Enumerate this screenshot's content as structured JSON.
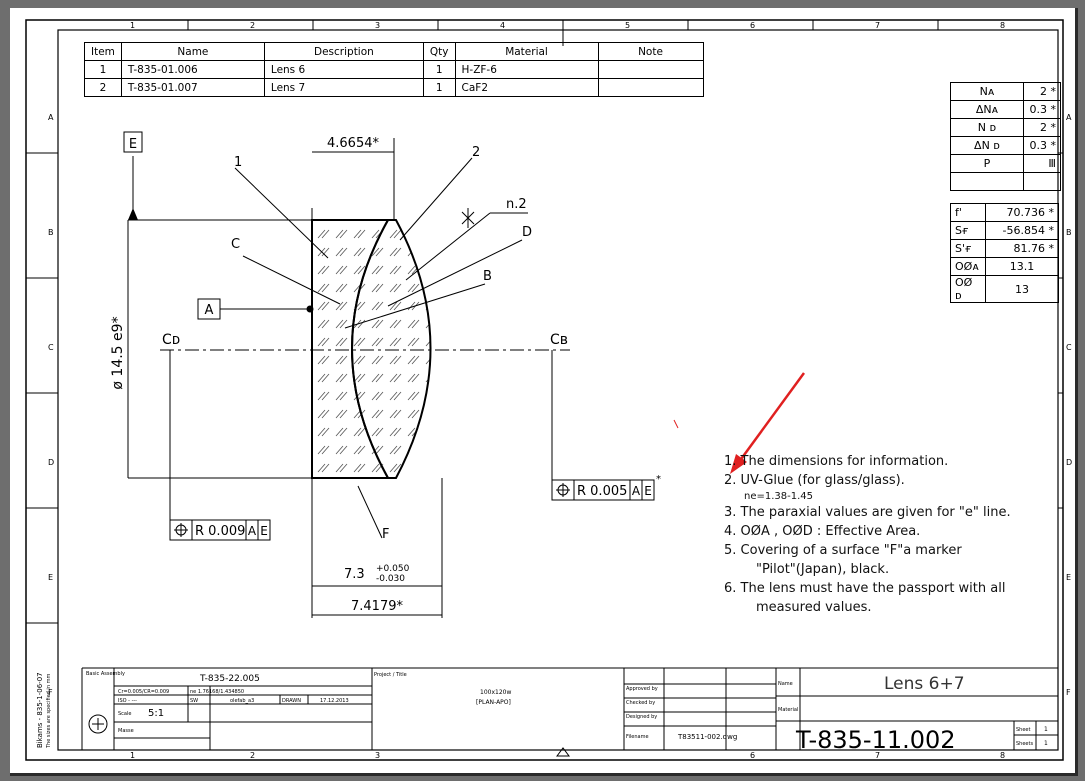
{
  "bom": {
    "headers": [
      "Item",
      "Name",
      "Description",
      "Qty",
      "Material",
      "Note"
    ],
    "rows": [
      [
        "1",
        "T-835-01.006",
        "Lens 6",
        "1",
        "H-ZF-6",
        ""
      ],
      [
        "2",
        "T-835-01.007",
        "Lens 7",
        "1",
        "CaF2",
        ""
      ]
    ]
  },
  "params": {
    "rows1": [
      [
        "Nᴀ",
        "2 *"
      ],
      [
        "ΔNᴀ",
        "0.3 *"
      ],
      [
        "N ᴅ",
        "2 *"
      ],
      [
        "ΔN ᴅ",
        "0.3 *"
      ],
      [
        "P",
        "Ⅲ"
      ],
      [
        "",
        ""
      ]
    ],
    "rows2": [
      [
        "f'",
        "70.736 *"
      ],
      [
        "Sғ",
        "-56.854 *"
      ],
      [
        "S'ғ",
        "81.76 *"
      ],
      [
        "OØᴀ",
        "13.1"
      ],
      [
        "OØ ᴅ",
        "13"
      ]
    ]
  },
  "drawing": {
    "dim_top": "4.6654*",
    "dim_dia": "ø 14.5 e9*",
    "dim_thick": "7.3",
    "tol_upper": "+0.050",
    "tol_lower": "-0.030",
    "dim_total": "7.4179*",
    "label_e": "E",
    "label_a": "A",
    "label_1": "1",
    "label_2": "2",
    "label_n2": "n.2",
    "label_c": "C",
    "label_d": "D",
    "label_b": "B",
    "label_f": "F",
    "cd": "Cᴅ",
    "cb": "Cʙ",
    "fc_left": "R 0.009",
    "fc_left_datum1": "A",
    "fc_left_datum2": "E",
    "fc_right": "R 0.005",
    "fc_right_datum1": "A",
    "fc_right_datum2": "E"
  },
  "notes": {
    "n1": "1. The dimensions for information.",
    "n2": "2. UV-Glue (for glass/glass).",
    "n2_sub": "ne=1.38-1.45",
    "n3": "3. The paraxial values are given for \"e\" line.",
    "n4": "4. OØA , OØD : Effective Area.",
    "n5": "5. Covering of a surface \"F\"a marker",
    "n5_cont": "\"Pilot\"(Japan), black.",
    "n6": "6. The lens must have the passport with all",
    "n6_cont": "measured values."
  },
  "titleblock": {
    "basic_assembly": "Basic Assembly",
    "assembly_no": "T-835-22.005",
    "cr_text": "Cr=0.005/CR=0.009",
    "ne_text": "ne 1.76168/1.434850",
    "iso_text": "ISO - ---",
    "sw_text": "SW",
    "sw_val": "olefab_a3",
    "date_label": "DRAWN",
    "date_val": "17.12.2013",
    "scale_label": "Scale",
    "scale_val": "5:1",
    "mass_label": "Masse",
    "project_label": "Project / Title",
    "project_val1": "100x120w",
    "project_val2": "[PLAN-APO]",
    "approved": "Approved by",
    "checked": "Checked by",
    "designed": "Designed by",
    "filename_label": "Filename",
    "filename": "T83511-002.dwg",
    "name_label": "Name",
    "name_val": "Lens 6+7",
    "material_label": "Material",
    "drawing_no": "T-835-11.002",
    "sheet_label": "Sheet",
    "sheet_val": "1",
    "sheets_label": "Sheets",
    "sheets_val": "1",
    "side_text1": "Bikams - 835-1-06-07",
    "side_text2": "The sizes are specified in mm"
  },
  "border": {
    "cols": [
      "1",
      "2",
      "3",
      "4",
      "5",
      "6",
      "7",
      "8"
    ],
    "rows": [
      "A",
      "B",
      "C",
      "D",
      "E",
      "F"
    ]
  },
  "colors": {
    "arrow": "#e02020",
    "ink": "#000000"
  }
}
